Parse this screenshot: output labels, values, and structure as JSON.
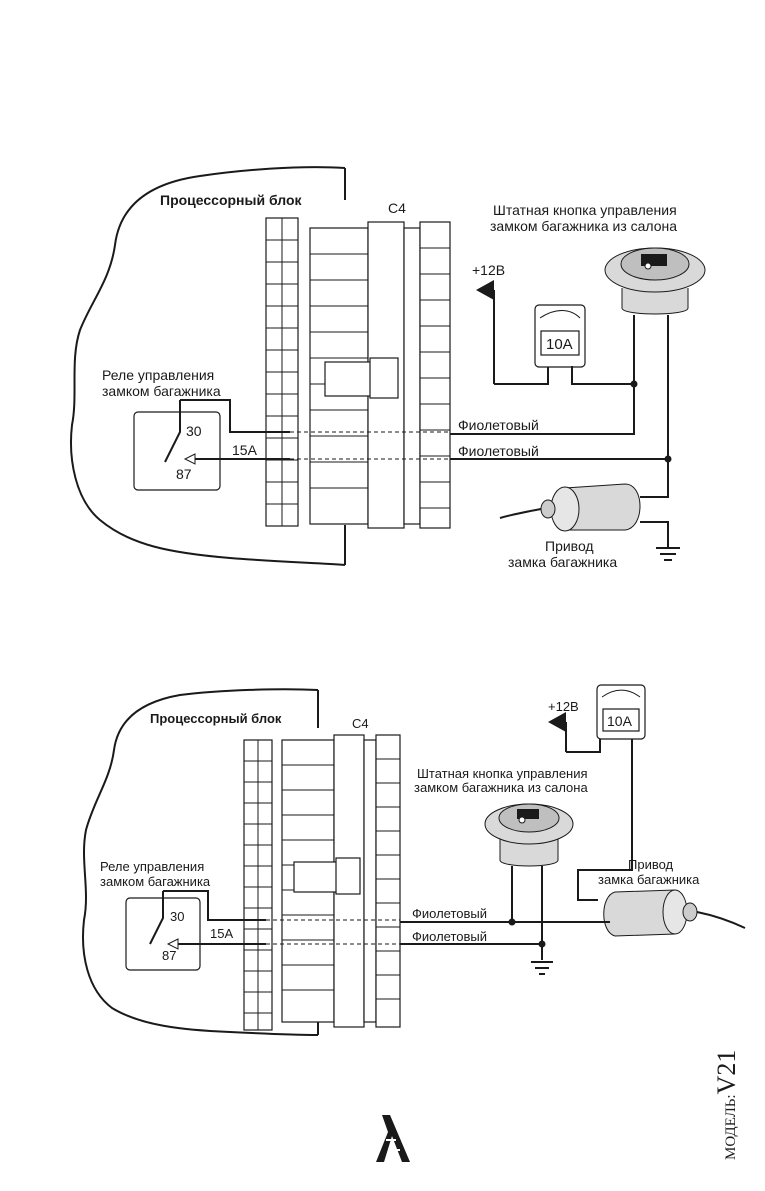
{
  "diagram_top": {
    "processor_label": "Процессорный блок",
    "connector_label": "C4",
    "relay_title_line1": "Реле управления",
    "relay_title_line2": "замком багажника",
    "relay_pin_30": "30",
    "relay_pin_87": "87",
    "fuse_15": "15A",
    "wire_1": "Фиолетовый",
    "wire_2": "Фиолетовый",
    "power": "+12В",
    "fuse_10": "10A",
    "button_line1": "Штатная кнопка управления",
    "button_line2": "замком багажника из салона",
    "actuator_line1": "Привод",
    "actuator_line2": "замка багажника"
  },
  "diagram_bottom": {
    "processor_label": "Процессорный блок",
    "connector_label": "C4",
    "relay_title_line1": "Реле  управления",
    "relay_title_line2": "замком багажника",
    "relay_pin_30": "30",
    "relay_pin_87": "87",
    "fuse_15": "15A",
    "wire_1": "Фиолетовый",
    "wire_2": "Фиолетовый",
    "power": "+12В",
    "fuse_10": "10A",
    "button_line1": "Штатная кнопка управления",
    "button_line2": "замком багажника из салона",
    "actuator_line1": "Привод",
    "actuator_line2": "замка багажника"
  },
  "footer": {
    "model_prefix": "МОДЕЛЬ:",
    "model_name": "V21"
  }
}
